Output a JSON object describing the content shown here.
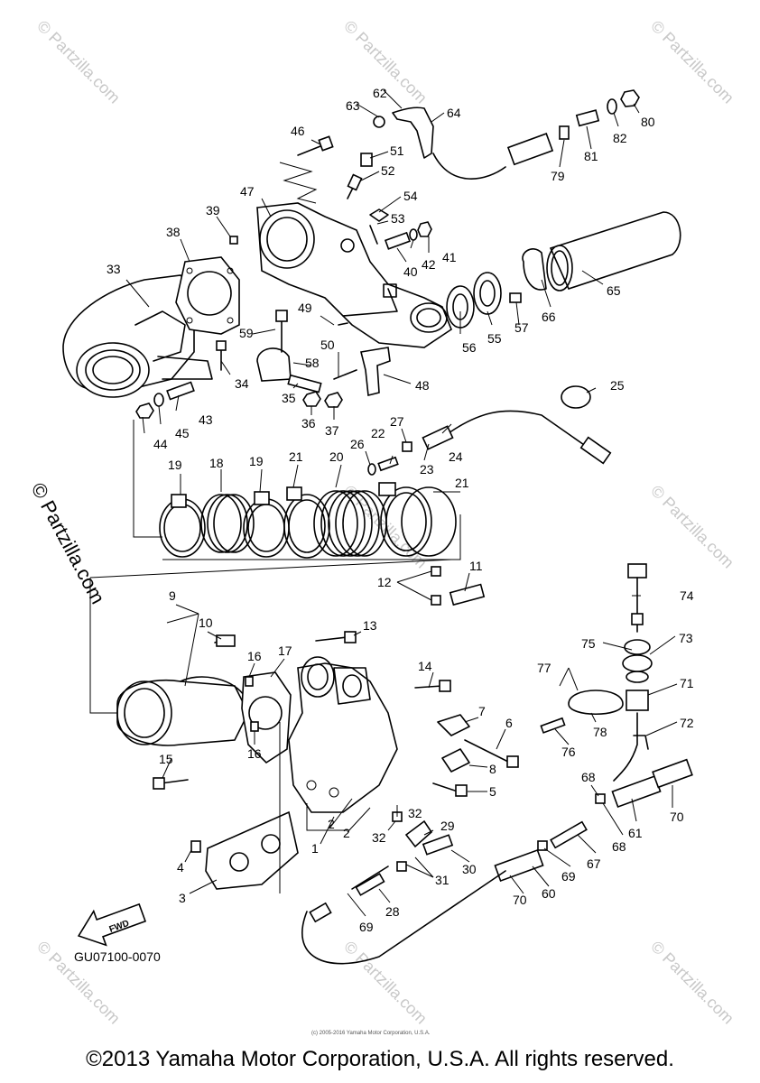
{
  "watermark": {
    "corner_text": "© Partzilla.com",
    "side_text": "© Partzilla.com",
    "small_print": "(c) 2005-2016 Yamaha Motor Corporation, U.S.A."
  },
  "diagram": {
    "code": "GU07100-0070",
    "fwd_label": "FWD",
    "callouts": [
      "1",
      "2",
      "2",
      "3",
      "4",
      "5",
      "6",
      "7",
      "8",
      "9",
      "10",
      "11",
      "12",
      "13",
      "14",
      "15",
      "16",
      "16",
      "17",
      "18",
      "19",
      "19",
      "20",
      "21",
      "21",
      "22",
      "23",
      "24",
      "25",
      "26",
      "27",
      "28",
      "29",
      "30",
      "31",
      "32",
      "32",
      "33",
      "34",
      "35",
      "36",
      "37",
      "38",
      "39",
      "40",
      "41",
      "42",
      "43",
      "44",
      "45",
      "46",
      "47",
      "48",
      "49",
      "50",
      "51",
      "52",
      "53",
      "54",
      "55",
      "56",
      "57",
      "58",
      "59",
      "60",
      "61",
      "62",
      "63",
      "64",
      "65",
      "66",
      "67",
      "68",
      "68",
      "69",
      "69",
      "70",
      "70",
      "71",
      "72",
      "73",
      "74",
      "75",
      "76",
      "77",
      "78",
      "79",
      "80",
      "81",
      "82"
    ]
  },
  "footer": {
    "copyright": "©2013 Yamaha Motor Corporation, U.S.A. All rights reserved."
  }
}
